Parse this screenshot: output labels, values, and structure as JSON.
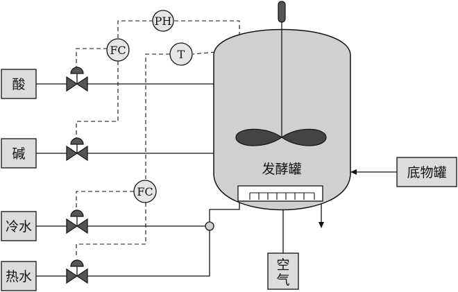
{
  "inputs": {
    "acid": "酸",
    "base": "碱",
    "cold_water": "冷水",
    "hot_water": "热水"
  },
  "substrate_tank": "底物罐",
  "air": "空气",
  "fermenter": "发酵罐",
  "instruments": {
    "ph": "PH",
    "temperature": "T",
    "flow_control_top": "FC",
    "flow_control_bottom": "FC"
  }
}
